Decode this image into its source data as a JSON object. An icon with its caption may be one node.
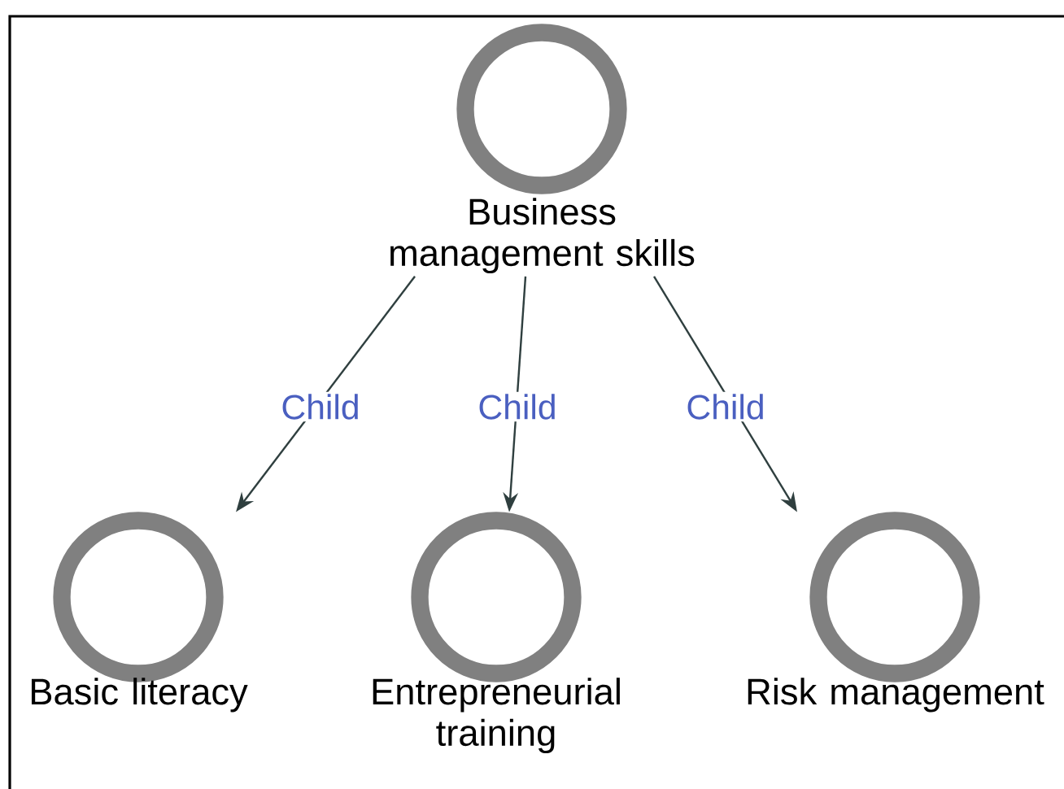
{
  "diagram": {
    "nodes": [
      {
        "text": [
          "Business management skills"
        ]
      },
      {
        "text": [
          "Basic literacy"
        ]
      },
      {
        "text": [
          "Entrepreneurial training"
        ]
      },
      {
        "text": [
          "Risk management"
        ]
      }
    ],
    "edges": [
      {
        "from": 0,
        "to": 1,
        "arrow": "to",
        "label": "Child"
      },
      {
        "from": 0,
        "to": 2,
        "arrow": "to",
        "label": "Child"
      },
      {
        "from": 0,
        "to": 3,
        "arrow": "to",
        "label": "Child"
      }
    ]
  }
}
